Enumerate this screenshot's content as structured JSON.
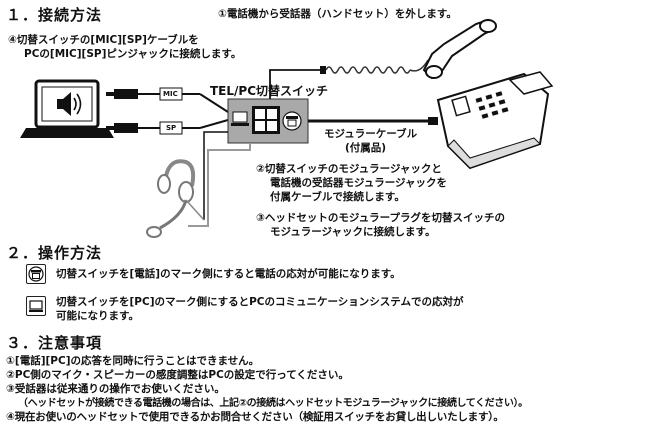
{
  "sections": {
    "s1_title": "１．接続方法",
    "s2_title": "２．操作方法",
    "s3_title": "３．注意事項"
  },
  "diagram": {
    "step1": "①電話機から受話器（ハンドセット）を外します。",
    "step4_line1": "④切替スイッチの[MIC][SP]ケーブルを",
    "step4_line2": "PCの[MIC][SP]ピンジャックに接続します。",
    "switch_label": "TEL/PC切替スイッチ",
    "cable_label_1": "モジュラーケーブル",
    "cable_label_2": "(付属品)",
    "step2_line1": "②切替スイッチのモジュラージャックと",
    "step2_line2": "電話機の受話器モジュラージャックを",
    "step2_line3": "付属ケーブルで接続します。",
    "step3_line1": "③ヘッドセットのモジュラープラグを切替スイッチの",
    "step3_line2": "モジュラージャックに接続します。",
    "mic_tag": "MIC",
    "sp_tag": "SP"
  },
  "operation": {
    "phone_text": "切替スイッチを[電話]のマーク側にすると電話の応対が可能になります。",
    "pc_text_1": "切替スイッチを[PC]のマーク側にするとPCのコミュニケーションシステムでの応対が",
    "pc_text_2": "可能になります。"
  },
  "notes": {
    "n1": "①[電話][PC]の応答を同時に行うことはできません。",
    "n2": "②PC側のマイク・スピーカーの感度調整はPCの設定で行ってください。",
    "n3": "③受話器は従来通りの操作でお使いください。",
    "n3b": "（ヘッドセットが接続できる電話機の場合は、上記②の接続はヘッドセットモジュラージャックに接続してください）。",
    "n4": "④現在お使いのヘッドセットで使用できるかお問合せください（検証用スイッチをお貸し出しいたします）。"
  }
}
